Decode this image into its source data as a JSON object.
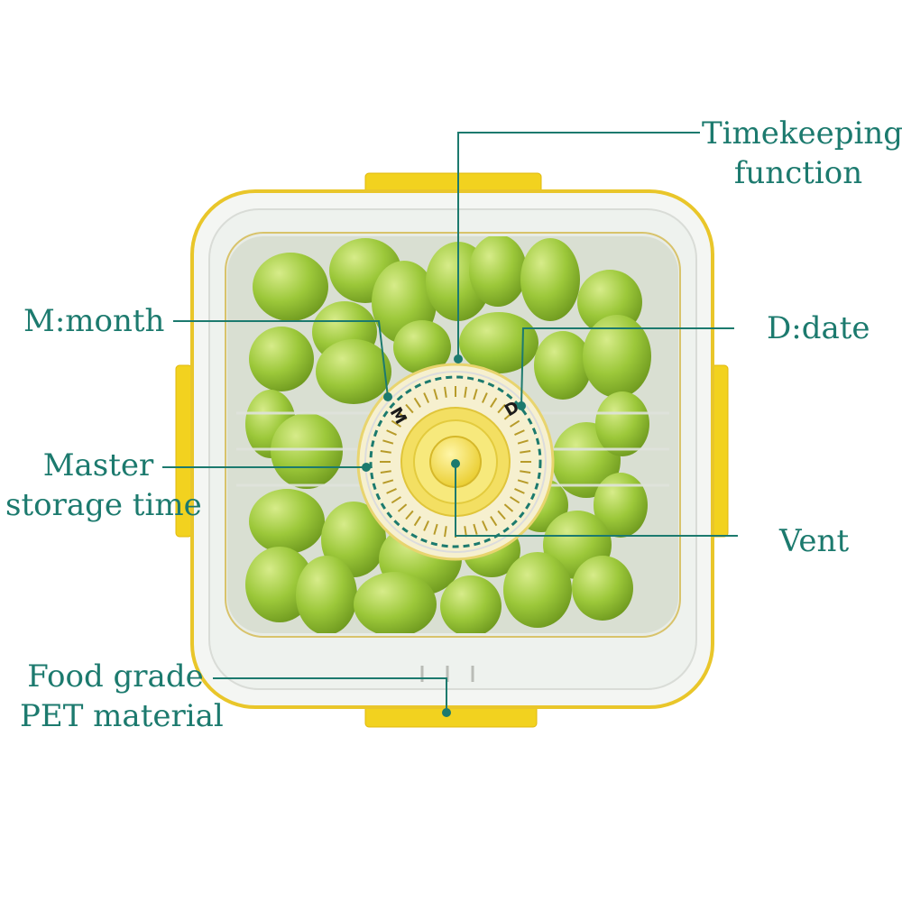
{
  "colors": {
    "label_teal": "#1c7a6e",
    "lid_yellow": "#f2d21f",
    "fruit_green": "#9cc83a",
    "container_clear": "#eef2ee"
  },
  "product": {
    "subject": "square clear storage container with yellow latches filled with green fruit, date dial on lid"
  },
  "dial": {
    "month_letter": "M",
    "date_letter": "D"
  },
  "callouts": {
    "timekeeping": {
      "line1": "Timekeeping",
      "line2": "function"
    },
    "month": {
      "text": "M:month"
    },
    "date": {
      "text": "D:date"
    },
    "master": {
      "line1": "Master",
      "line2": "storage time"
    },
    "vent": {
      "text": "Vent"
    },
    "material": {
      "line1": "Food grade",
      "line2": "PET material"
    }
  }
}
